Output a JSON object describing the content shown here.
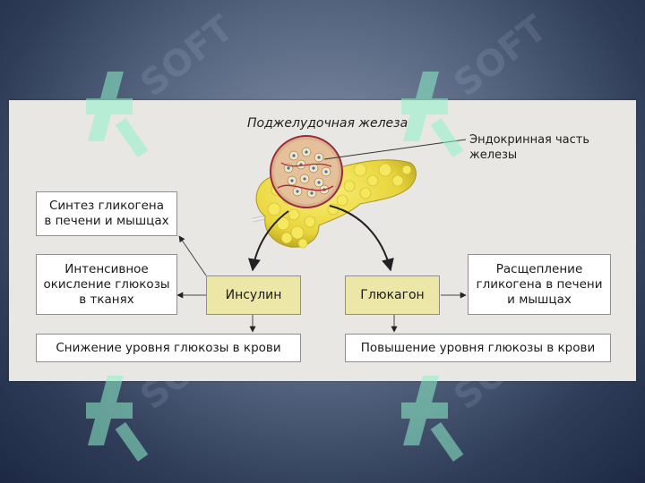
{
  "diagram": {
    "title": "Поджелудочная железа",
    "endocrine_label": "Эндокринная часть\nжелезы",
    "insulin": "Инсулин",
    "glucagon": "Глюкагон",
    "left_effects": {
      "glycogen_synthesis": "Синтез гликогена\nв печени и мышцах",
      "glucose_oxidation": "Интенсивное\nокисление глюкозы\nв тканях",
      "glucose_decrease": "Снижение уровня глюкозы в крови"
    },
    "right_effects": {
      "glycogen_breakdown": "Расщепление\nгликогена в печени\nи мышцах",
      "glucose_increase": "Повышение уровня глюкозы в крови"
    }
  },
  "watermark": {
    "text": "SOFT",
    "color": "#8ef0c8"
  },
  "colors": {
    "hormone_fill": "#ece7a6",
    "pancreas_fill": "#f0df4a",
    "islet_fill": "#d69a7d"
  }
}
